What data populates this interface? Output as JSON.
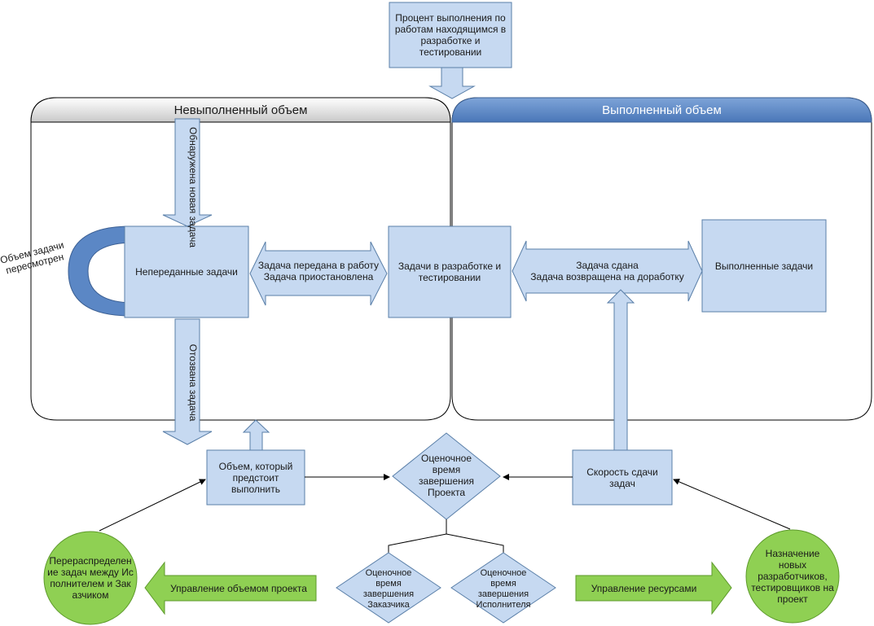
{
  "colors": {
    "box_fill": "#c6d9f1",
    "box_stroke": "#5a7fa8",
    "blue_header": "#5b87c5",
    "green": "#8fd053",
    "green_stroke": "#5d9a2b"
  },
  "top_box": "Процент выполнения по работам находящимся в разработке и тестировании",
  "header_left": "Невыполненный объем",
  "header_right": "Выполненный объем",
  "arrow_new_task": "Обнаружена новая задача",
  "loop_label": "Объем задачи пересмотрен",
  "box_unassigned": "Непереданные задачи",
  "arrow_handed": "Задача передана в работу",
  "arrow_suspended": "Задача приостановлена",
  "box_in_progress": "Задачи в разработке и тестировании",
  "arrow_delivered": "Задача сдана",
  "arrow_returned": "Задача возвращена на доработку",
  "box_done": "Выполненные задачи",
  "arrow_revoked": "Отозвана задача",
  "box_remaining": "Объем, который предстоит выполнить",
  "diamond_estimate": "Оценочное время завершения Проекта",
  "box_velocity": "Скорость сдачи задач",
  "diamond_customer": "Оценочное время завершения Заказчика",
  "diamond_contractor": "Оценочное время завершения Исполнителя",
  "circle_left": "Перераспределение задач между Исполнителем и Заказчиком",
  "circle_right": "Назначение новых разработчиков, тестировщиков на проект",
  "arrow_scope": "Управление объемом проекта",
  "arrow_resources": "Управление ресурсами"
}
